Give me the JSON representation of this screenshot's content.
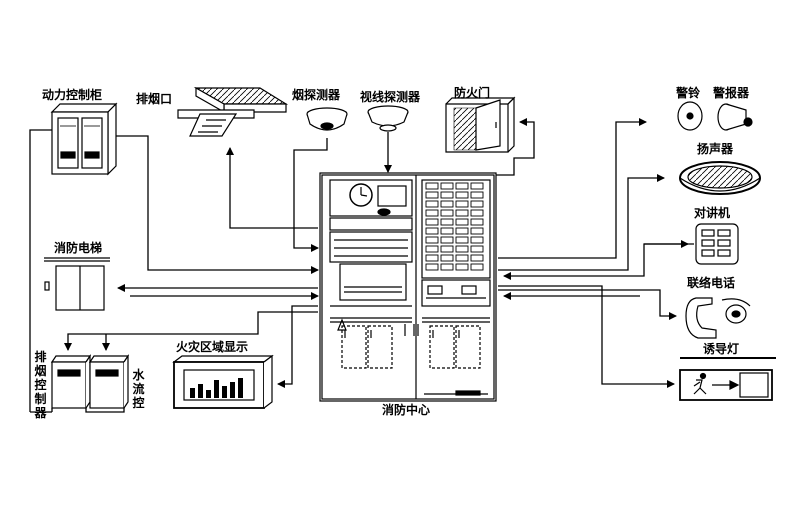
{
  "labels": {
    "power_cabinet": "动力控制柜",
    "smoke_vent": "排烟口",
    "smoke_detector": "烟探测器",
    "beam_detector": "视线探测器",
    "fire_door": "防火门",
    "alarm_bell": "警铃",
    "alarm": "警报器",
    "speaker": "扬声器",
    "intercom": "对讲机",
    "fire_elevator": "消防电梯",
    "contact_phone": "联络电话",
    "exhaust_controller": "排烟控制器",
    "water_flow_control": "水流控",
    "fire_zone_display": "火灾区域显示",
    "evacuation_light": "诱导灯",
    "fire_center": "消防中心"
  }
}
